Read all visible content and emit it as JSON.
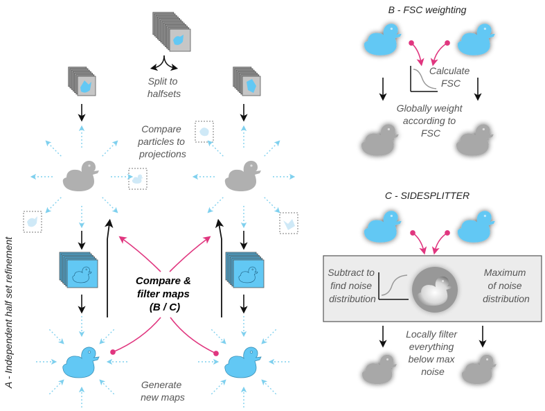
{
  "colors": {
    "duck_blue": "#62c8f4",
    "duck_grey": "#b0b0b0",
    "dotted_arrow": "#7fd0ee",
    "magenta_arrow": "#e0367f",
    "black_arrow": "#111111"
  },
  "panel_a": {
    "title": "A - Independent half set refinement",
    "split_label": [
      "Split to",
      "halfsets"
    ],
    "compare_particles_label": [
      "Compare",
      "particles to",
      "projections"
    ],
    "compare_filter_label": [
      "Compare &",
      "filter maps",
      "(B / C)"
    ],
    "generate_label": [
      "Generate",
      "new maps"
    ]
  },
  "panel_b": {
    "title": "B - FSC weighting",
    "calculate_label": [
      "Calculate",
      "FSC"
    ],
    "weight_label": [
      "Globally weight",
      "according to",
      "FSC"
    ]
  },
  "panel_c": {
    "title": "C - SIDESPLITTER",
    "subtract_label": [
      "Subtract to",
      "find noise",
      "distribution"
    ],
    "maximum_label": [
      "Maximum",
      "of noise",
      "distribution"
    ],
    "filter_label": [
      "Locally filter",
      "everything",
      "below max",
      "noise"
    ]
  }
}
